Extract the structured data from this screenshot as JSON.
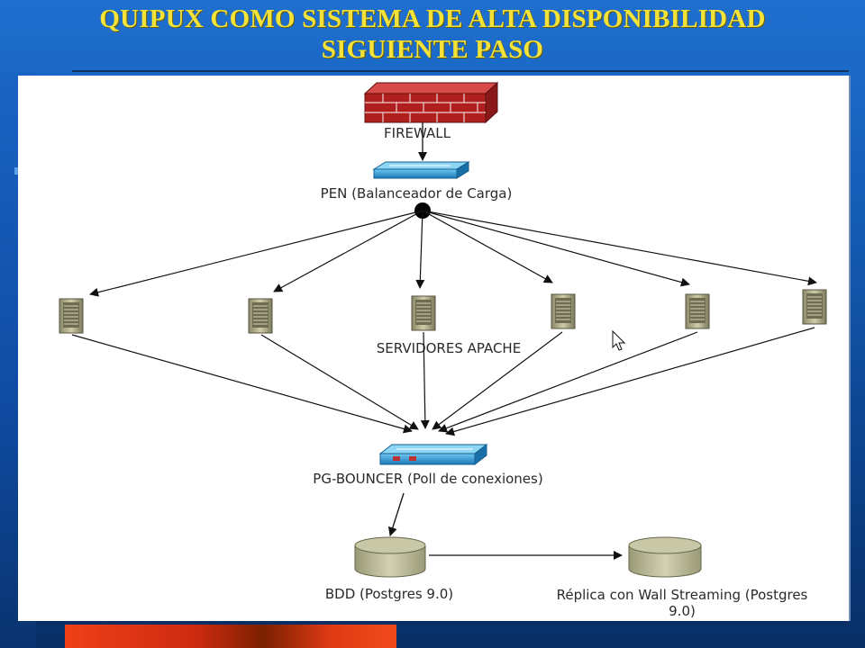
{
  "slide": {
    "title_line1": "QUIPUX COMO SISTEMA DE ALTA DISPONIBILIDAD",
    "title_line2": "SIGUIENTE PASO",
    "title_color": "#f2e23a",
    "background_color": "#145bb3"
  },
  "diagram": {
    "firewall_label": "FIREWALL",
    "pen_label": "PEN (Balanceador de Carga)",
    "apache_label": "SERVIDORES APACHE",
    "apache_server_count": 6,
    "pgbouncer_label": "PG-BOUNCER (Poll de conexiones)",
    "bdd_label": "BDD (Postgres 9.0)",
    "replica_label_line1": "Réplica con Wall Streaming  (Postgres",
    "replica_label_line2": "9.0)"
  }
}
